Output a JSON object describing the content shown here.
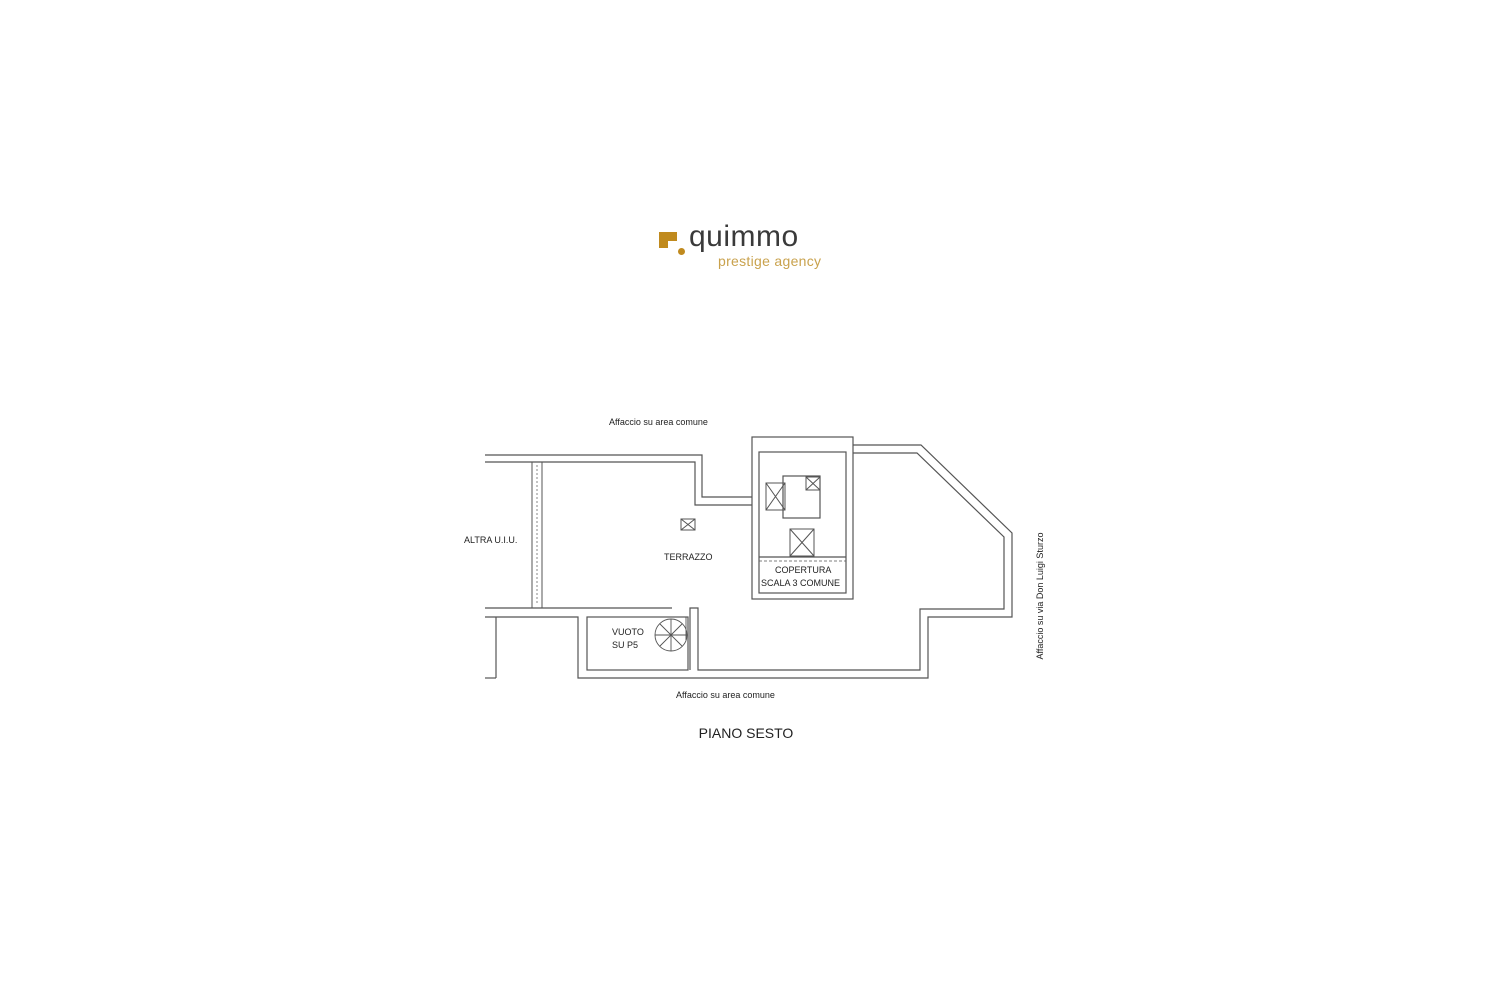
{
  "logo": {
    "name": "quimmo",
    "tagline": "prestige agency",
    "accent": "#c08a1e"
  },
  "plan": {
    "title": "PIANO SESTO",
    "labels": {
      "top_view": "Affaccio su area comune",
      "bottom_view": "Affaccio su area comune",
      "right_view": "Affaccio su via Don Luigi Sturzo",
      "other_unit": "ALTRA U.I.U.",
      "terrace": "TERRAZZO",
      "void_line1": "VUOTO",
      "void_line2": "SU P5",
      "stair_cover_line1": "COPERTURA",
      "stair_cover_line2": "SCALA 3 COMUNE"
    }
  }
}
